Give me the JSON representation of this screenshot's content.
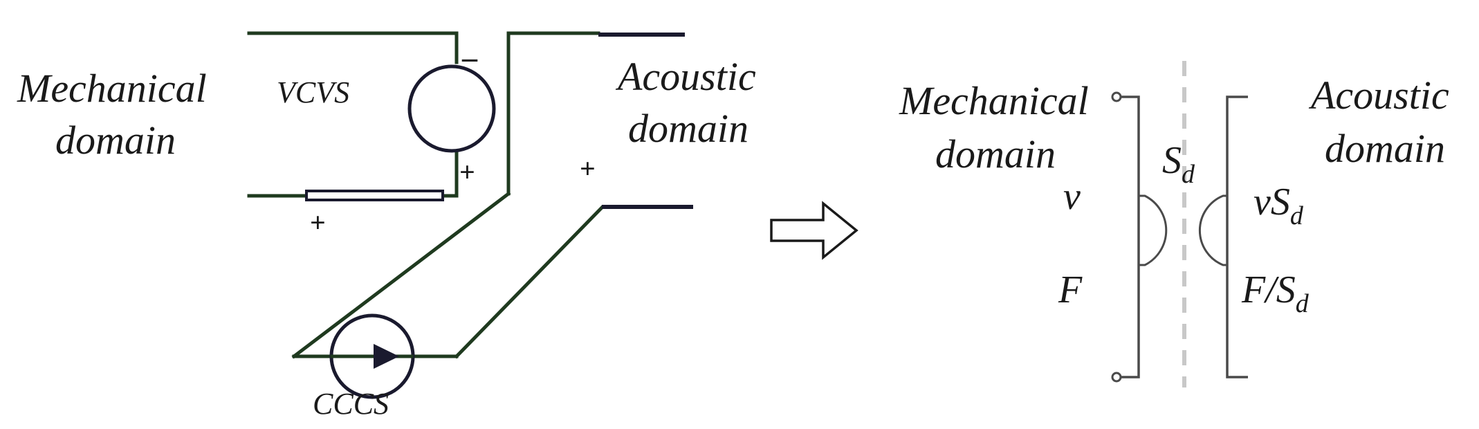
{
  "left": {
    "mechanical_line1": "Mechanical",
    "mechanical_line2": "domain",
    "acoustic_line1": "Acoustic",
    "acoustic_line2": "domain",
    "vcvs_label": "VCVS",
    "cccs_label": "CCCS",
    "plus": "+",
    "minus": "–"
  },
  "right": {
    "mechanical_line1": "Mechanical",
    "mechanical_line2": "domain",
    "acoustic_line1": "Acoustic",
    "acoustic_line2": "domain",
    "sd_base": "S",
    "sd_sub": "d",
    "v_label": "v",
    "f_label": "F",
    "vsd_base": "vS",
    "vsd_sub": "d",
    "fsd_base": "F/S",
    "fsd_sub": "d"
  },
  "colors": {
    "wire": "#1f3a1f",
    "component": "#1a1a2e",
    "transformer": "#4a4a4a",
    "divider": "#c8c8c8"
  }
}
